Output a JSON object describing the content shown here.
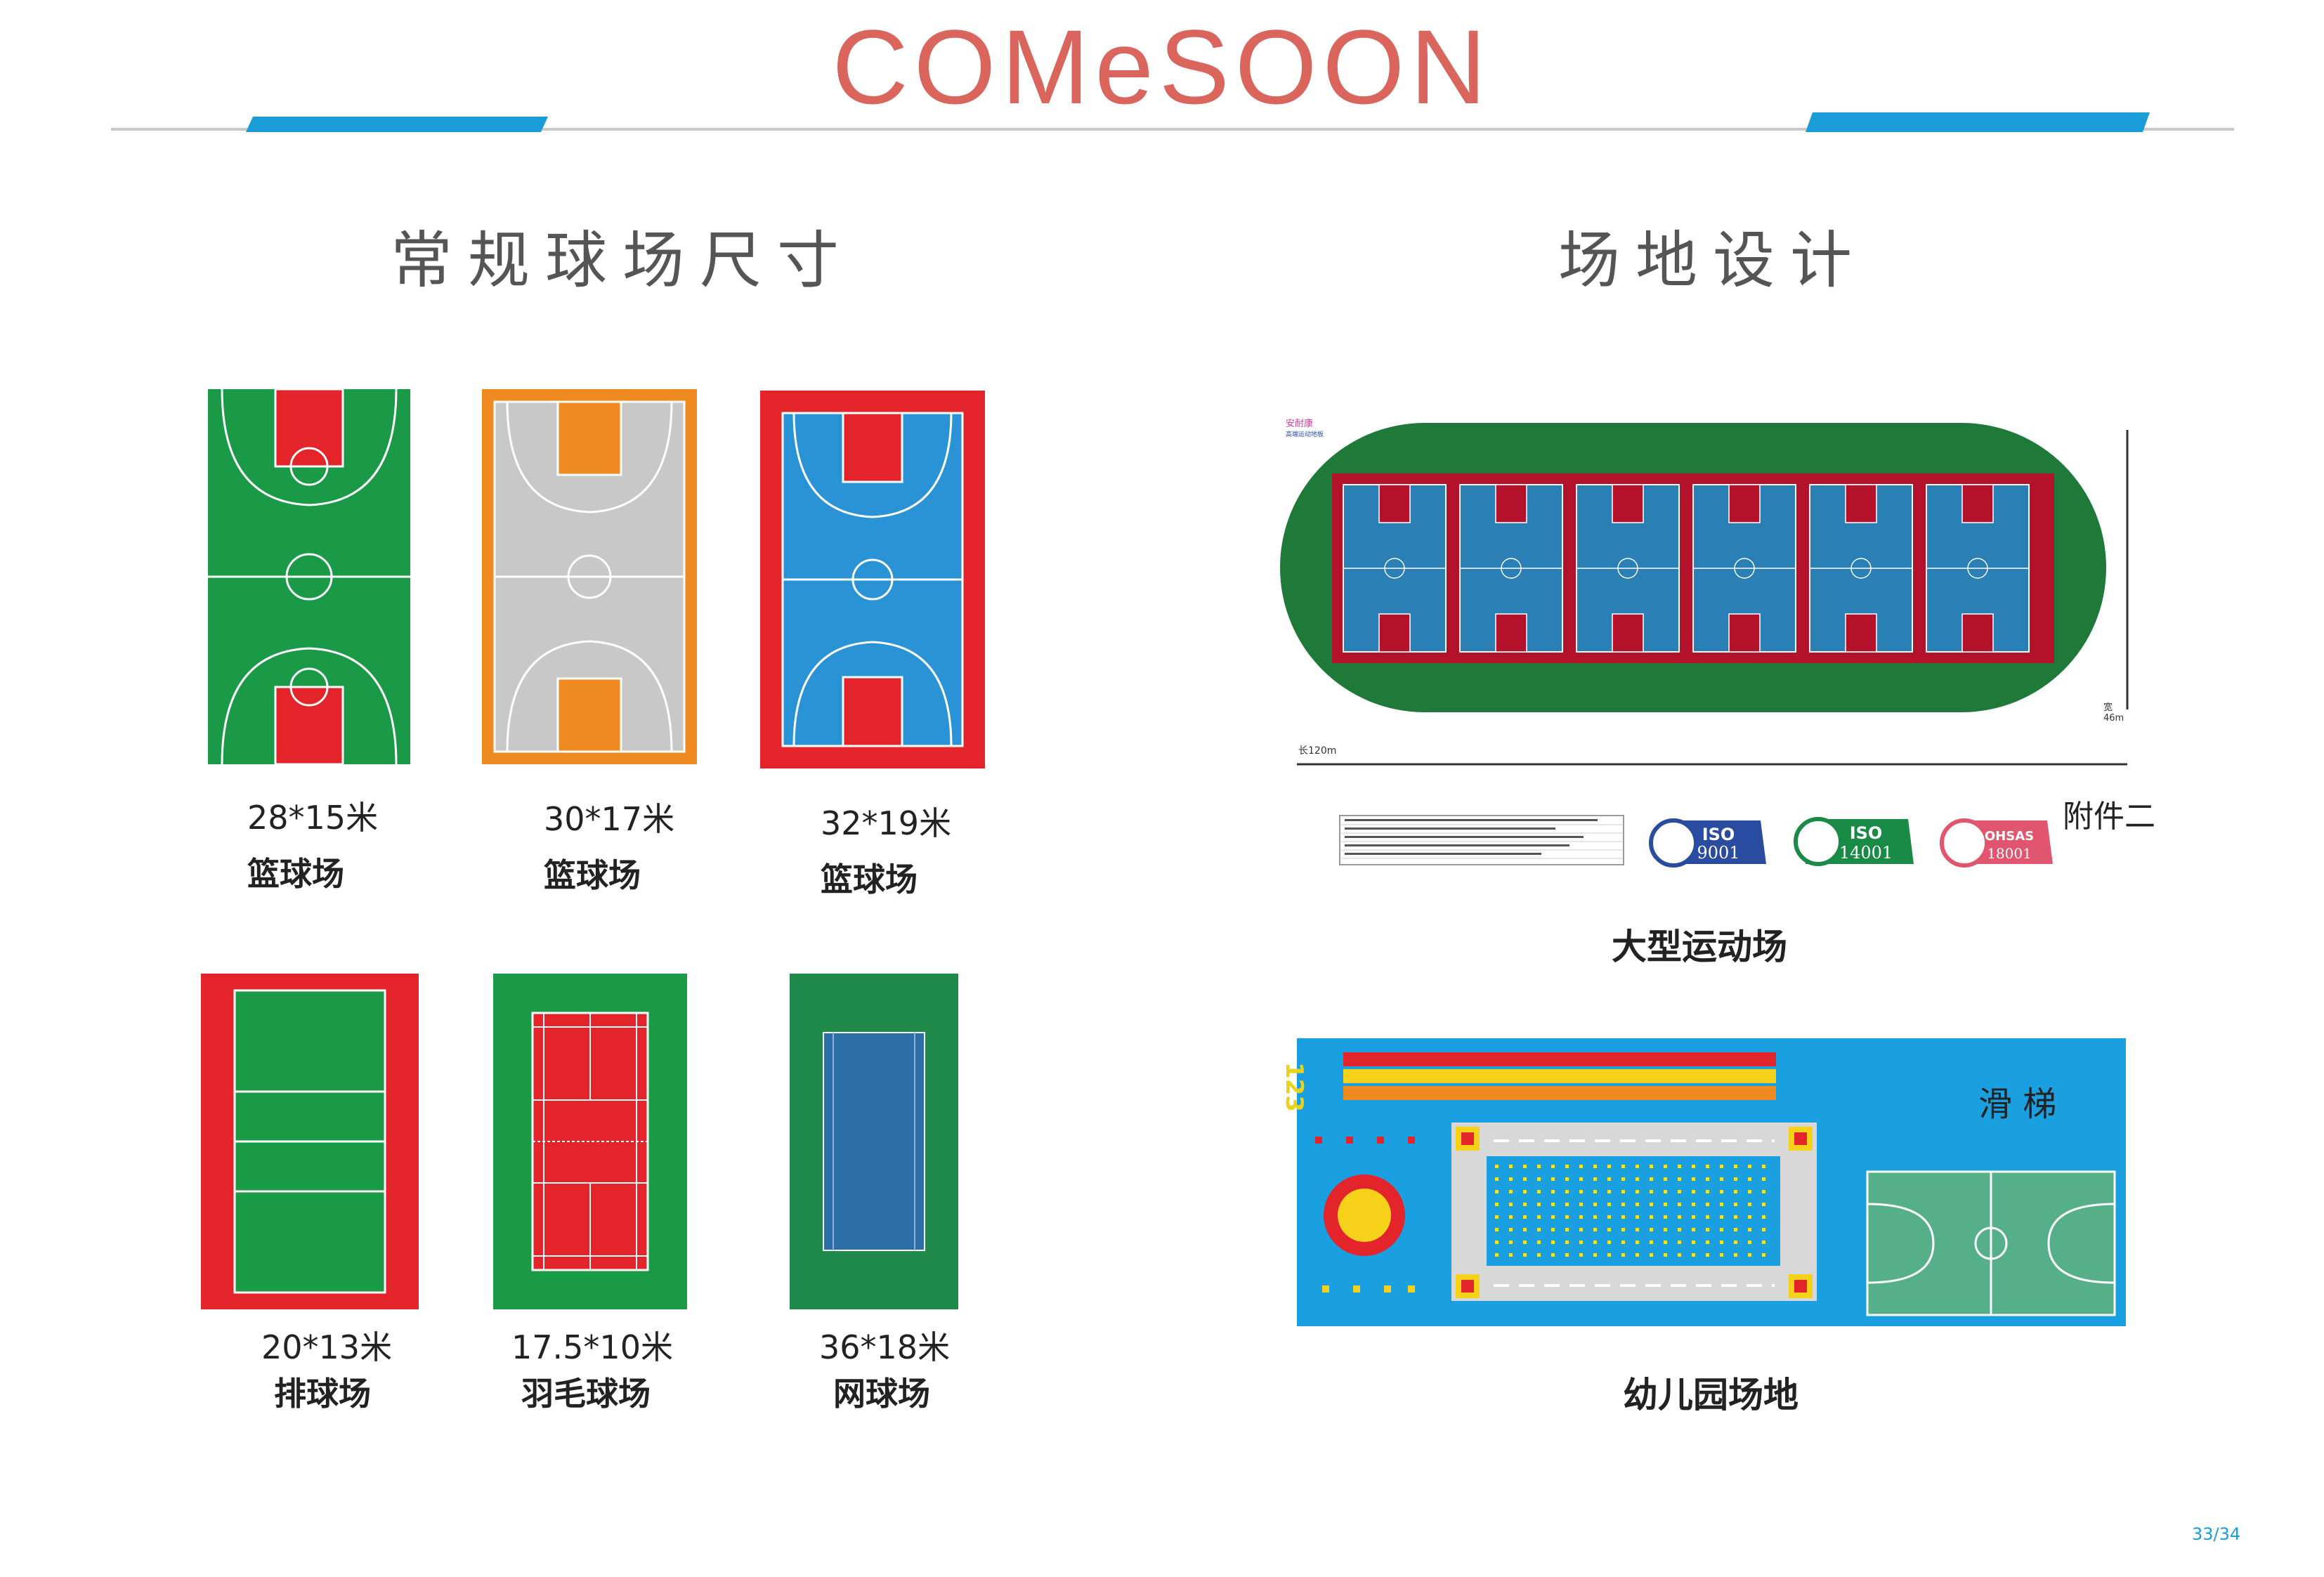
{
  "brand": {
    "logo": "COMeSOON",
    "color": "#d9655c"
  },
  "left_section": {
    "title": "常规球场尺寸",
    "courts": [
      {
        "size": "28*15米",
        "type": "篮球场"
      },
      {
        "size": "30*17米",
        "type": "篮球场"
      },
      {
        "size": "32*19米",
        "type": "篮球场"
      },
      {
        "size": "20*13米",
        "type": "排球场"
      },
      {
        "size": "17.5*10米",
        "type": "羽毛球场"
      },
      {
        "size": "36*18米",
        "type": "网球场"
      }
    ]
  },
  "right_section": {
    "title": "场地设计",
    "stadium": {
      "caption": "大型运动场",
      "attachment": "附件二",
      "length_label": "长120m",
      "width_label": "宽\n46m",
      "corner_label_1": "安耐康",
      "corner_label_2": "高端运动地板",
      "certs": [
        "ISO 9001",
        "ISO 14001",
        "OHSAS 18001"
      ]
    },
    "kindergarten": {
      "caption": "幼儿园场地",
      "slide_label": "滑 梯",
      "number_label": "123"
    }
  },
  "page": {
    "number": "33/34"
  },
  "colors": {
    "accent_blue": "#1a9cd8",
    "court_green": "#1a9a47",
    "court_red": "#e3242b",
    "court_blue": "#2a93d5",
    "court_orange": "#ef8a21",
    "court_gray": "#c8c8c8"
  }
}
